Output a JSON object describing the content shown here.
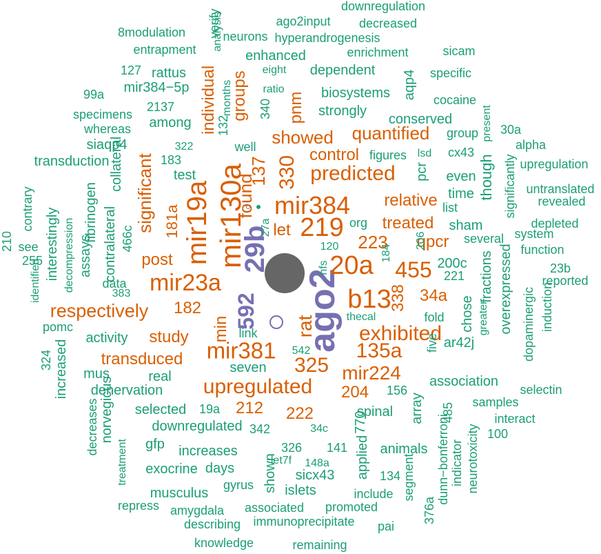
{
  "colors": {
    "tier1": "#7570b3",
    "tier2": "#d95f02",
    "tier3": "#1b9e77",
    "dot": "#666666"
  },
  "words": [
    {
      "text": "ago2",
      "tier": "tier1"
    },
    {
      "text": "29b",
      "tier": "tier1"
    },
    {
      "text": "592",
      "tier": "tier1"
    },
    {
      "text": "mir381",
      "tier": "tier2"
    },
    {
      "text": "mir130a",
      "tier": "tier2"
    },
    {
      "text": "mir19a",
      "tier": "tier2"
    },
    {
      "text": "mir23a",
      "tier": "tier2"
    },
    {
      "text": "20a",
      "tier": "tier2"
    },
    {
      "text": "b13",
      "tier": "tier2"
    },
    {
      "text": "219",
      "tier": "tier2"
    },
    {
      "text": "mir384",
      "tier": "tier2"
    },
    {
      "text": "predicted",
      "tier": "tier2"
    },
    {
      "text": "upregulated",
      "tier": "tier2"
    },
    {
      "text": "exhibited",
      "tier": "tier2"
    },
    {
      "text": "respectively",
      "tier": "tier2"
    },
    {
      "text": "455",
      "tier": "tier2"
    },
    {
      "text": "325",
      "tier": "tier2"
    },
    {
      "text": "135a",
      "tier": "tier2"
    },
    {
      "text": "mir224",
      "tier": "tier2"
    },
    {
      "text": "330",
      "tier": "tier2"
    },
    {
      "text": "quantified",
      "tier": "tier2"
    },
    {
      "text": "showed",
      "tier": "tier2"
    },
    {
      "text": "control",
      "tier": "tier2"
    },
    {
      "text": "relative",
      "tier": "tier2"
    },
    {
      "text": "treated",
      "tier": "tier2"
    },
    {
      "text": "qpcr",
      "tier": "tier2"
    },
    {
      "text": "223",
      "tier": "tier2"
    },
    {
      "text": "let",
      "tier": "tier2"
    },
    {
      "text": "found",
      "tier": "tier2"
    },
    {
      "text": "137",
      "tier": "tier2"
    },
    {
      "text": "groups",
      "tier": "tier2"
    },
    {
      "text": "individual",
      "tier": "tier2"
    },
    {
      "text": "pnm",
      "tier": "tier2"
    },
    {
      "text": "significant",
      "tier": "tier2"
    },
    {
      "text": "181a",
      "tier": "tier2"
    },
    {
      "text": "post",
      "tier": "tier2"
    },
    {
      "text": "182",
      "tier": "tier2"
    },
    {
      "text": "study",
      "tier": "tier2"
    },
    {
      "text": "transduced",
      "tier": "tier2"
    },
    {
      "text": "rat",
      "tier": "tier2"
    },
    {
      "text": "min",
      "tier": "tier2"
    },
    {
      "text": "338",
      "tier": "tier2"
    },
    {
      "text": "34a",
      "tier": "tier2"
    },
    {
      "text": "212",
      "tier": "tier2"
    },
    {
      "text": "222",
      "tier": "tier2"
    },
    {
      "text": "204",
      "tier": "tier2"
    },
    {
      "text": "downregulation",
      "tier": "tier3"
    },
    {
      "text": "verify",
      "tier": "tier3"
    },
    {
      "text": "ago2input",
      "tier": "tier3"
    },
    {
      "text": "decreased",
      "tier": "tier3"
    },
    {
      "text": "analysis",
      "tier": "tier3"
    },
    {
      "text": "8modulation",
      "tier": "tier3"
    },
    {
      "text": "neurons",
      "tier": "tier3"
    },
    {
      "text": "hyperandrogenesis",
      "tier": "tier3"
    },
    {
      "text": "entrapment",
      "tier": "tier3"
    },
    {
      "text": "enhanced",
      "tier": "tier3"
    },
    {
      "text": "enrichment",
      "tier": "tier3"
    },
    {
      "text": "sicam",
      "tier": "tier3"
    },
    {
      "text": "127",
      "tier": "tier3"
    },
    {
      "text": "eight",
      "tier": "tier3"
    },
    {
      "text": "dependent",
      "tier": "tier3"
    },
    {
      "text": "aqp4",
      "tier": "tier3"
    },
    {
      "text": "specific",
      "tier": "tier3"
    },
    {
      "text": "rattus",
      "tier": "tier3"
    },
    {
      "text": "months",
      "tier": "tier3"
    },
    {
      "text": "99a",
      "tier": "tier3"
    },
    {
      "text": "mir384−5p",
      "tier": "tier3"
    },
    {
      "text": "ratio",
      "tier": "tier3"
    },
    {
      "text": "biosystems",
      "tier": "tier3"
    },
    {
      "text": "cocaine",
      "tier": "tier3"
    },
    {
      "text": "2137",
      "tier": "tier3"
    },
    {
      "text": "340",
      "tier": "tier3"
    },
    {
      "text": "specimens",
      "tier": "tier3"
    },
    {
      "text": "strongly",
      "tier": "tier3"
    },
    {
      "text": "present",
      "tier": "tier3"
    },
    {
      "text": "whereas",
      "tier": "tier3"
    },
    {
      "text": "among",
      "tier": "tier3"
    },
    {
      "text": "conserved",
      "tier": "tier3"
    },
    {
      "text": "group",
      "tier": "tier3"
    },
    {
      "text": "30a",
      "tier": "tier3"
    },
    {
      "text": "132",
      "tier": "tier3"
    },
    {
      "text": "siaqp4",
      "tier": "tier3"
    },
    {
      "text": "322",
      "tier": "tier3"
    },
    {
      "text": "well",
      "tier": "tier3"
    },
    {
      "text": "figures",
      "tier": "tier3"
    },
    {
      "text": "lsd",
      "tier": "tier3"
    },
    {
      "text": "cx43",
      "tier": "tier3"
    },
    {
      "text": "alpha",
      "tier": "tier3"
    },
    {
      "text": "transduction",
      "tier": "tier3"
    },
    {
      "text": "183",
      "tier": "tier3"
    },
    {
      "text": "collateral",
      "tier": "tier3"
    },
    {
      "text": "test",
      "tier": "tier3"
    },
    {
      "text": "pcr",
      "tier": "tier3"
    },
    {
      "text": "even",
      "tier": "tier3"
    },
    {
      "text": "though",
      "tier": "tier3"
    },
    {
      "text": "significantly",
      "tier": "tier3"
    },
    {
      "text": "upregulation",
      "tier": "tier3"
    },
    {
      "text": "contrary",
      "tier": "tier3"
    },
    {
      "text": "time",
      "tier": "tier3"
    },
    {
      "text": "untranslated",
      "tier": "tier3"
    },
    {
      "text": "revealed",
      "tier": "tier3"
    },
    {
      "text": "list",
      "tier": "tier3"
    },
    {
      "text": "fibrinogen",
      "tier": "tier3"
    },
    {
      "text": "210",
      "tier": "tier3"
    },
    {
      "text": "27a",
      "tier": "tier3"
    },
    {
      "text": "org",
      "tier": "tier3"
    },
    {
      "text": "sham",
      "tier": "tier3"
    },
    {
      "text": "depleted",
      "tier": "tier3"
    },
    {
      "text": "system",
      "tier": "tier3"
    },
    {
      "text": "interestingly",
      "tier": "tier3"
    },
    {
      "text": "466c",
      "tier": "tier3"
    },
    {
      "text": "decompression",
      "tier": "tier3"
    },
    {
      "text": "206",
      "tier": "tier3"
    },
    {
      "text": "several",
      "tier": "tier3"
    },
    {
      "text": "see",
      "tier": "tier3"
    },
    {
      "text": "255",
      "tier": "tier3"
    },
    {
      "text": "assays",
      "tier": "tier3"
    },
    {
      "text": "contralateral",
      "tier": "tier3"
    },
    {
      "text": "120",
      "tier": "tier3"
    },
    {
      "text": "184",
      "tier": "tier3"
    },
    {
      "text": "function",
      "tier": "tier3"
    },
    {
      "text": "200c",
      "tier": "tier3"
    },
    {
      "text": "overexpressed",
      "tier": "tier3"
    },
    {
      "text": "23b",
      "tier": "tier3"
    },
    {
      "text": "221",
      "tier": "tier3"
    },
    {
      "text": "reported",
      "tier": "tier3"
    },
    {
      "text": "hfs",
      "tier": "tier3"
    },
    {
      "text": "identified",
      "tier": "tier3"
    },
    {
      "text": "383",
      "tier": "tier3"
    },
    {
      "text": "data",
      "tier": "tier3"
    },
    {
      "text": "fractions",
      "tier": "tier3"
    },
    {
      "text": "induction",
      "tier": "tier3"
    },
    {
      "text": "dopaminergic",
      "tier": "tier3"
    },
    {
      "text": "fold",
      "tier": "tier3"
    },
    {
      "text": "chose",
      "tier": "tier3"
    },
    {
      "text": "thecal",
      "tier": "tier3"
    },
    {
      "text": "greater",
      "tier": "tier3"
    },
    {
      "text": "pomc",
      "tier": "tier3"
    },
    {
      "text": "link",
      "tier": "tier3"
    },
    {
      "text": "activity",
      "tier": "tier3"
    },
    {
      "text": "542",
      "tier": "tier3"
    },
    {
      "text": "five",
      "tier": "tier3"
    },
    {
      "text": "ar42j",
      "tier": "tier3"
    },
    {
      "text": "324",
      "tier": "tier3"
    },
    {
      "text": "increased",
      "tier": "tier3"
    },
    {
      "text": "seven",
      "tier": "tier3"
    },
    {
      "text": "mus",
      "tier": "tier3"
    },
    {
      "text": "real",
      "tier": "tier3"
    },
    {
      "text": "association",
      "tier": "tier3"
    },
    {
      "text": "denervation",
      "tier": "tier3"
    },
    {
      "text": "156",
      "tier": "tier3"
    },
    {
      "text": "selectin",
      "tier": "tier3"
    },
    {
      "text": "19a",
      "tier": "tier3"
    },
    {
      "text": "samples",
      "tier": "tier3"
    },
    {
      "text": "selected",
      "tier": "tier3"
    },
    {
      "text": "norvegicus",
      "tier": "tier3"
    },
    {
      "text": "decreases",
      "tier": "tier3"
    },
    {
      "text": "spinal",
      "tier": "tier3"
    },
    {
      "text": "array",
      "tier": "tier3"
    },
    {
      "text": "485",
      "tier": "tier3"
    },
    {
      "text": "interact",
      "tier": "tier3"
    },
    {
      "text": "downregulated",
      "tier": "tier3"
    },
    {
      "text": "342",
      "tier": "tier3"
    },
    {
      "text": "34c",
      "tier": "tier3"
    },
    {
      "text": "770",
      "tier": "tier3"
    },
    {
      "text": "100",
      "tier": "tier3"
    },
    {
      "text": "gfp",
      "tier": "tier3"
    },
    {
      "text": "increases",
      "tier": "tier3"
    },
    {
      "text": "326",
      "tier": "tier3"
    },
    {
      "text": "141",
      "tier": "tier3"
    },
    {
      "text": "animals",
      "tier": "tier3"
    },
    {
      "text": "dunn−bonferroni",
      "tier": "tier3"
    },
    {
      "text": "indicator",
      "tier": "tier3"
    },
    {
      "text": "neurotoxicity",
      "tier": "tier3"
    },
    {
      "text": "treatment",
      "tier": "tier3"
    },
    {
      "text": "exocrine",
      "tier": "tier3"
    },
    {
      "text": "days",
      "tier": "tier3"
    },
    {
      "text": "let7f",
      "tier": "tier3"
    },
    {
      "text": "148a",
      "tier": "tier3"
    },
    {
      "text": "shown",
      "tier": "tier3"
    },
    {
      "text": "sicx43",
      "tier": "tier3"
    },
    {
      "text": "applied",
      "tier": "tier3"
    },
    {
      "text": "134",
      "tier": "tier3"
    },
    {
      "text": "musculus",
      "tier": "tier3"
    },
    {
      "text": "gyrus",
      "tier": "tier3"
    },
    {
      "text": "islets",
      "tier": "tier3"
    },
    {
      "text": "include",
      "tier": "tier3"
    },
    {
      "text": "segment",
      "tier": "tier3"
    },
    {
      "text": "376a",
      "tier": "tier3"
    },
    {
      "text": "repress",
      "tier": "tier3"
    },
    {
      "text": "amygdala",
      "tier": "tier3"
    },
    {
      "text": "associated",
      "tier": "tier3"
    },
    {
      "text": "promoted",
      "tier": "tier3"
    },
    {
      "text": "describing",
      "tier": "tier3"
    },
    {
      "text": "immunoprecipitate",
      "tier": "tier3"
    },
    {
      "text": "pai",
      "tier": "tier3"
    },
    {
      "text": "knowledge",
      "tier": "tier3"
    },
    {
      "text": "remaining",
      "tier": "tier3"
    }
  ]
}
